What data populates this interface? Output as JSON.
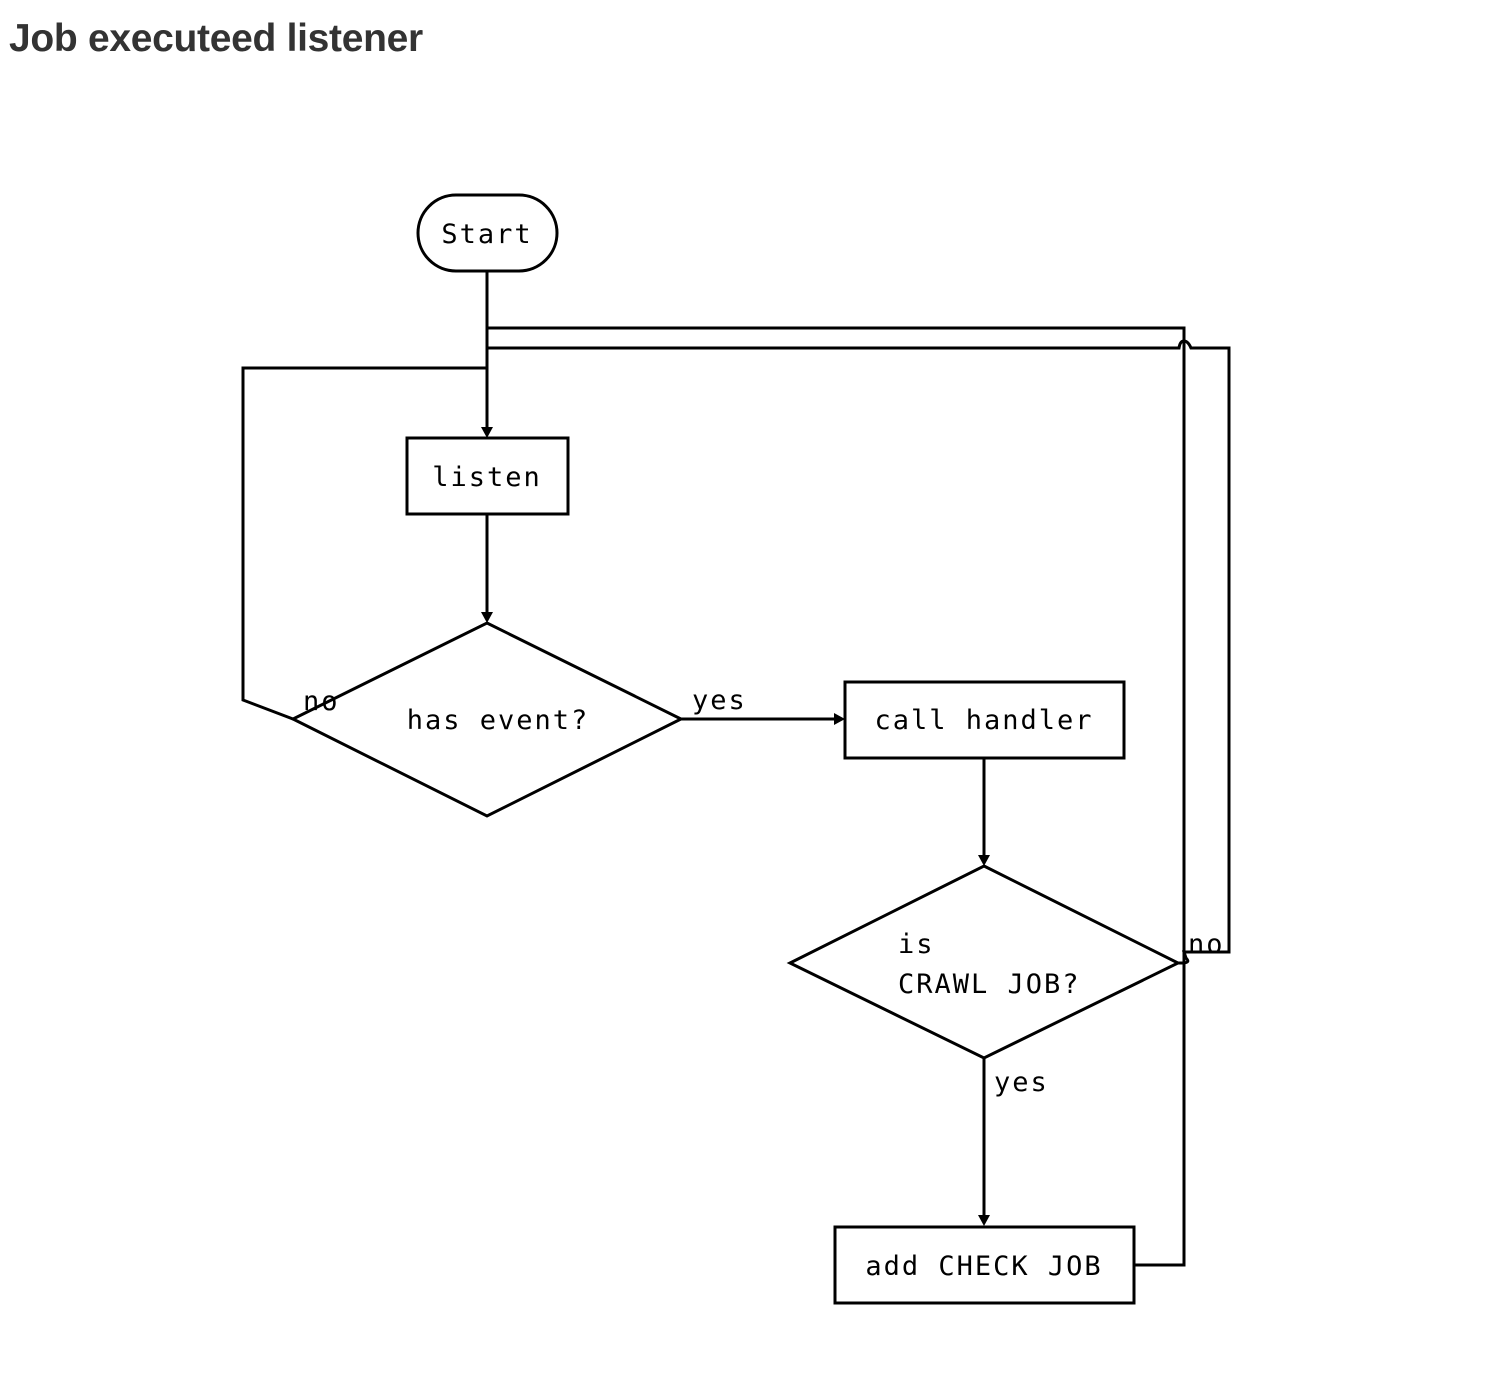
{
  "page": {
    "title": "Job executeed listener"
  },
  "diagram": {
    "nodes": {
      "start": {
        "kind": "terminal",
        "label": "Start"
      },
      "listen": {
        "kind": "process",
        "label": "listen"
      },
      "has_event": {
        "kind": "decision",
        "label": "has event?"
      },
      "call_handler": {
        "kind": "process",
        "label": "call handler"
      },
      "is_crawl_job": {
        "kind": "decision",
        "label_line1": "is",
        "label_line2": "CRAWL JOB?"
      },
      "add_check_job": {
        "kind": "process",
        "label": "add CHECK JOB"
      }
    },
    "edges": {
      "start_to_listen": {
        "from": "start",
        "to": "listen",
        "label": ""
      },
      "listen_to_has_event": {
        "from": "listen",
        "to": "has_event",
        "label": ""
      },
      "has_event_no": {
        "from": "has_event",
        "to": "listen",
        "label": "no"
      },
      "has_event_yes": {
        "from": "has_event",
        "to": "call_handler",
        "label": "yes"
      },
      "call_handler_to_is_crawl_job": {
        "from": "call_handler",
        "to": "is_crawl_job",
        "label": ""
      },
      "is_crawl_job_yes": {
        "from": "is_crawl_job",
        "to": "add_check_job",
        "label": "yes"
      },
      "is_crawl_job_no": {
        "from": "is_crawl_job",
        "to": "listen",
        "label": "no"
      },
      "add_check_job_to_listen": {
        "from": "add_check_job",
        "to": "listen",
        "label": ""
      }
    },
    "colors": {
      "stroke": "#000000",
      "title": "#333333",
      "background": "#ffffff"
    }
  }
}
